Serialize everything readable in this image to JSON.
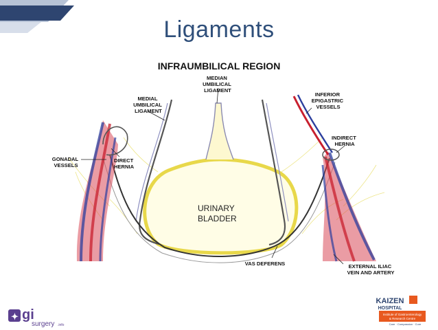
{
  "slide": {
    "title": "Ligaments",
    "region_heading": "INFRAUMBILICAL  REGION"
  },
  "labels": {
    "median_umbilical": [
      "MEDIAN",
      "UMBILICAL",
      "LIGAMENT"
    ],
    "medial_umbilical": [
      "MEDIAL",
      "UMBILICAL",
      "LIGAMENT"
    ],
    "inferior_epigastric": [
      "INFERIOR",
      "EPIGASTRIC",
      "VESSELS"
    ],
    "indirect_hernia": [
      "INDIRECT",
      "HERNIA"
    ],
    "gonadal_vessels": [
      "GONADAL",
      "VESSELS"
    ],
    "direct_hernia": [
      "DIRECT",
      "HERNIA"
    ],
    "urinary_bladder": [
      "URINARY",
      "BLADDER"
    ],
    "vas_deferens": [
      "VAS DEFERENS"
    ],
    "external_iliac": [
      "EXTERNAL ILIAC",
      "VEIN AND ARTERY"
    ]
  },
  "logos": {
    "gi_surgery": {
      "main": "gi",
      "sub": "surgery",
      "suffix": ".info"
    },
    "kaizen": {
      "name": "KAIZEN",
      "sub": "HOSPITAL",
      "line1": "Institute of Gastroenterology",
      "line2": "& Research Centre",
      "tagline": "Care · Compassion · Cure"
    }
  },
  "colors": {
    "title": "#2f4f7a",
    "header_band_dark": "#2e4570",
    "header_band_light": "#b7c3d6",
    "bladder_outline": "#e8d84a",
    "vessel_red": "#c8202f",
    "vessel_blue": "#2c3f9e",
    "kaizen_orange": "#e8591f"
  }
}
